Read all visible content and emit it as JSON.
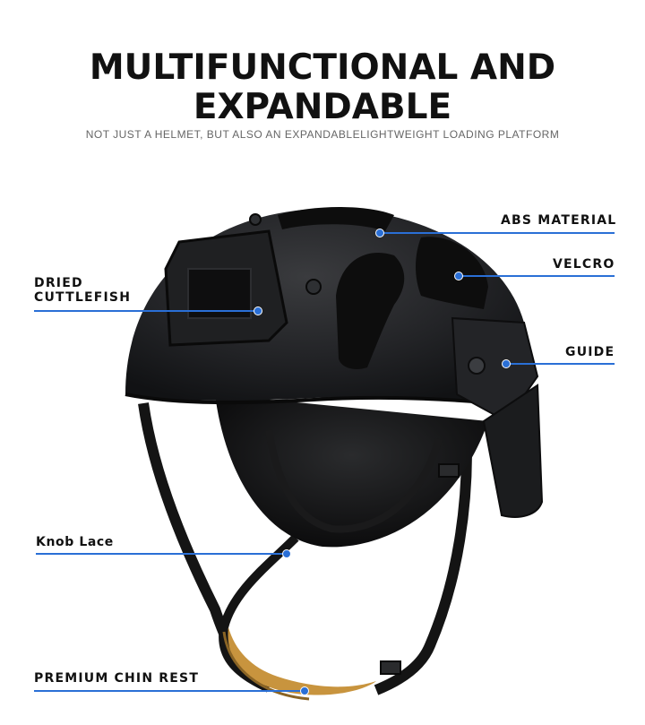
{
  "header": {
    "title_line1": "MULTIFUNCTIONAL AND",
    "title_line2": "EXPANDABLE",
    "subtitle": "NOT JUST A HELMET, BUT ALSO AN EXPANDABLELIGHTWEIGHT LOADING PLATFORM"
  },
  "callouts": {
    "abs_material": "ABS MATERIAL",
    "velcro": "VELCRO",
    "guide": "GUIDE",
    "dried_line1": "DRIED",
    "dried_line2": "CUTTLEFISH",
    "knob_lace": "Knob Lace",
    "chin_rest": "PREMIUM CHIN REST"
  },
  "colors": {
    "accent_line": "#2a6fd6",
    "helmet": "#1c1d1f",
    "chin_pad": "#c8943e"
  }
}
